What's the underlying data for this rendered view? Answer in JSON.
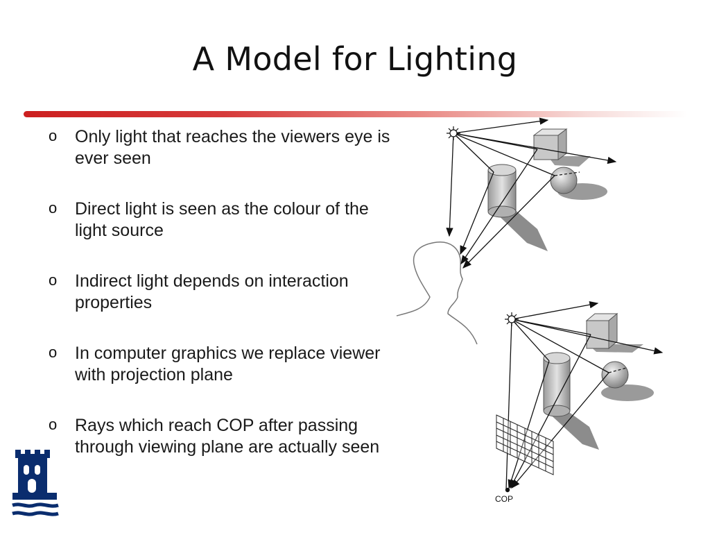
{
  "slide": {
    "title": "A Model for Lighting",
    "bullet_marker": "o",
    "bullets": [
      "Only light that reaches the viewers eye is ever seen",
      "Direct light is seen as the colour of the light source",
      "Indirect light depends on interaction properties",
      "In computer graphics we replace viewer with projection plane",
      "Rays which reach COP after passing through viewing plane are actually seen"
    ]
  },
  "diagram_bottom": {
    "cop_label": "COP"
  },
  "colors": {
    "accent": "#cc1f1f",
    "logo": "#0a2d6e"
  },
  "icons": [
    "light-source-icon",
    "university-logo-icon"
  ]
}
